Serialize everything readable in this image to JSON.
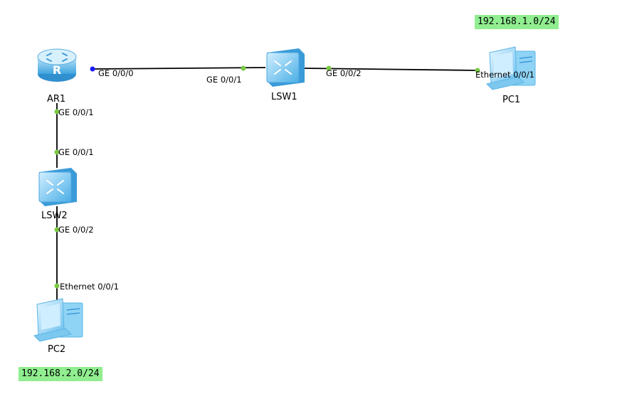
{
  "devices": {
    "ar1": "AR1",
    "lsw1": "LSW1",
    "lsw2": "LSW2",
    "pc1": "PC1",
    "pc2": "PC2"
  },
  "ports": {
    "ar1_ge000": "GE 0/0/0",
    "ar1_ge001": "GE 0/0/1",
    "lsw1_ge001": "GE 0/0/1",
    "lsw1_ge002": "GE 0/0/2",
    "pc1_eth": "Ethernet 0/0/1",
    "lsw2_ge001": "GE 0/0/1",
    "lsw2_ge002": "GE 0/0/2",
    "pc2_eth": "Ethernet 0/0/1"
  },
  "subnets": {
    "top": "192.168.1.0/24",
    "bottom": "192.168.2.0/24"
  },
  "colors": {
    "link": "#000000",
    "port_up": "#7ac943",
    "port_blue": "#1a1aff",
    "subnet_bg": "#90ee90",
    "device_blue": "#5bb8e8"
  },
  "icons": {
    "ar1": "router-icon",
    "lsw1": "switch-icon",
    "lsw2": "switch-icon",
    "pc1": "pc-icon",
    "pc2": "pc-icon"
  }
}
